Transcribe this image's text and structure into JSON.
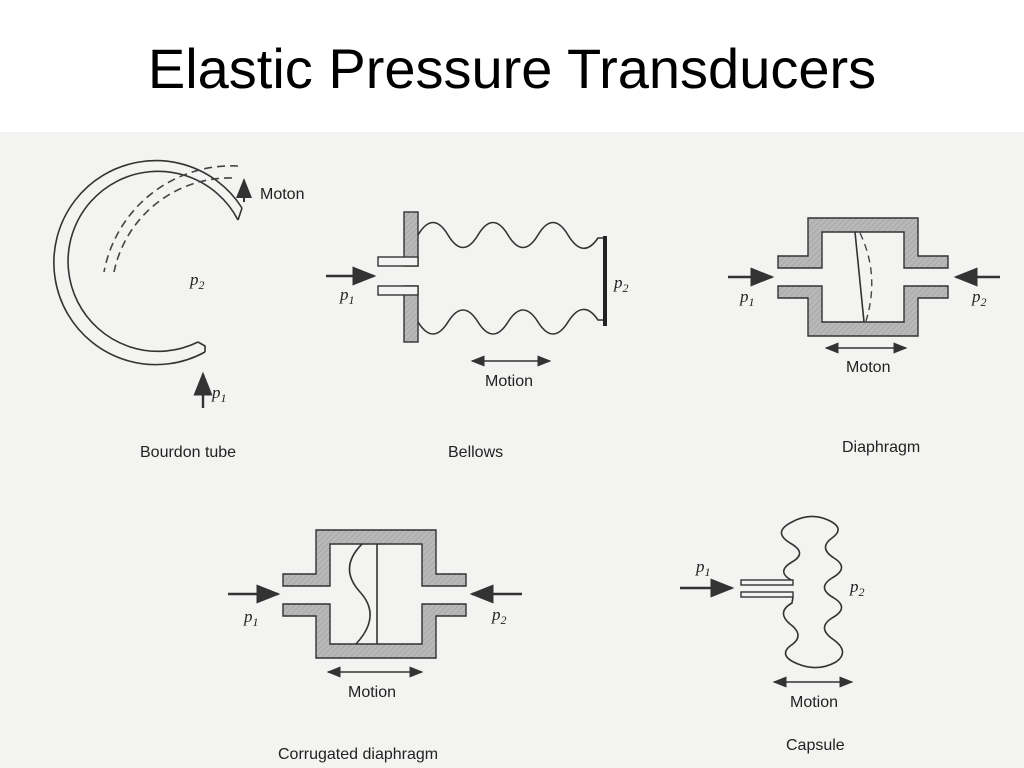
{
  "slide": {
    "title": "Elastic Pressure Transducers"
  },
  "diagrams": {
    "bourdon": {
      "caption": "Bourdon tube",
      "motion": "Moton",
      "p_inner": "p",
      "p_inner_sub": "2",
      "p_in": "p",
      "p_in_sub": "1"
    },
    "bellows": {
      "caption": "Bellows",
      "motion": "Motion",
      "p_in": "p",
      "p_in_sub": "1",
      "p_out": "p",
      "p_out_sub": "2"
    },
    "diaphragm": {
      "caption": "Diaphragm",
      "motion": "Moton",
      "p_left": "p",
      "p_left_sub": "1",
      "p_right": "p",
      "p_right_sub": "2"
    },
    "corrugated": {
      "caption": "Corrugated diaphragm",
      "motion": "Motion",
      "p_left": "p",
      "p_left_sub": "1",
      "p_right": "p",
      "p_right_sub": "2"
    },
    "capsule": {
      "caption": "Capsule",
      "motion": "Motion",
      "p_in": "p",
      "p_in_sub": "1",
      "p_out": "p",
      "p_out_sub": "2"
    }
  },
  "colors": {
    "hatch": "#b4b4b4",
    "line": "#333333",
    "figure_bg": "#f3f3f1"
  }
}
